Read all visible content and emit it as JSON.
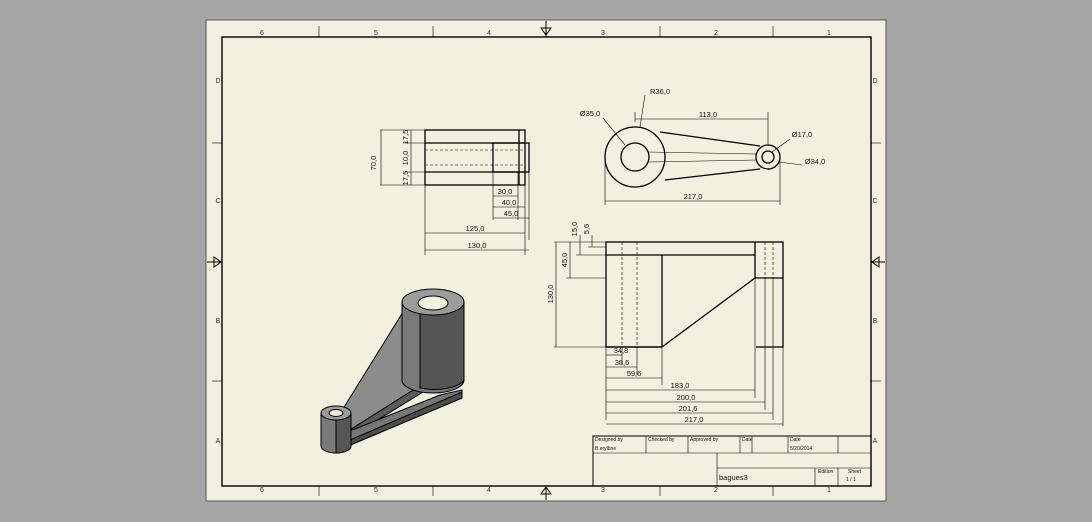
{
  "colors": {
    "background": "#a6a6a6",
    "sheet": "#f2f0de",
    "line": "#000000"
  },
  "zones": {
    "columns": [
      "6",
      "5",
      "4",
      "3",
      "2",
      "1"
    ],
    "rows": [
      "D",
      "C",
      "B",
      "A"
    ]
  },
  "top_view": {
    "radius": "R36,0",
    "dia_large": "Ø35,0",
    "dia_small": "Ø17,0",
    "dia_small_outer": "Ø34,0",
    "center_dist": "113,0",
    "overall": "217,0"
  },
  "left_view": {
    "height": "70,0",
    "top": "17,5",
    "mid": "10,0",
    "bottom": "17,5",
    "d30": "30,0",
    "d40": "40,0",
    "d45": "45,0",
    "d125": "125,0",
    "d130": "130,0"
  },
  "front_view": {
    "h15": "15,0",
    "h5": "5,6",
    "h45": "45,0",
    "h130": "130,0",
    "d34": "34,8",
    "d38": "38,6",
    "d59": "59,6",
    "d183": "183,0",
    "d200": "200,0",
    "d201": "201,6",
    "d217": "217,0"
  },
  "title_block": {
    "designed_by_label": "Designed by",
    "designed_by": "B.erylbne",
    "checked_by_label": "Checked by",
    "approved_by_label": "Approved by",
    "date_label_1": "Date",
    "date_label_2": "Date",
    "date": "5/20/2014",
    "title": "bagues3",
    "edition_label": "Edition",
    "sheet_label": "Sheet",
    "sheet": "1 / 1"
  }
}
